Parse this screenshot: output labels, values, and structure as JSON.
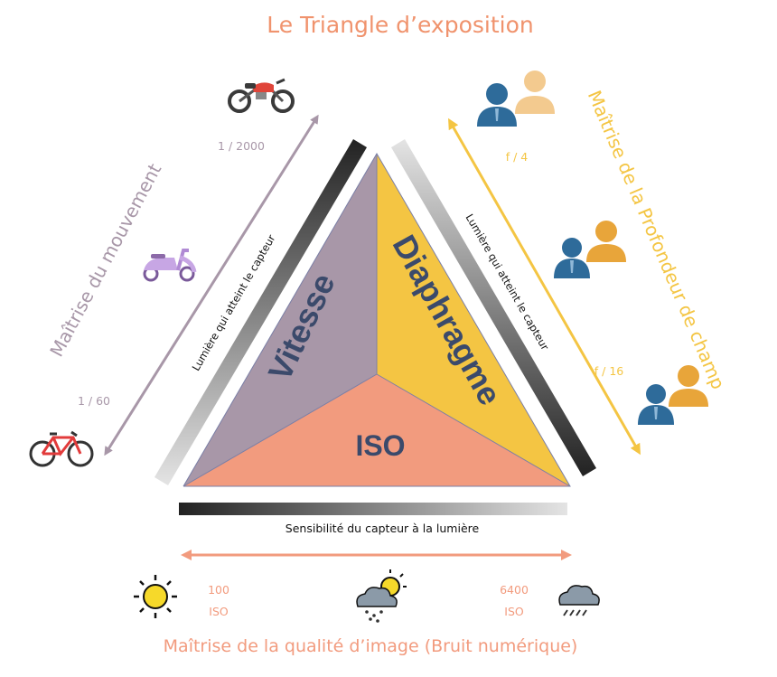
{
  "title": "Le Triangle d’exposition",
  "sections": {
    "vitesse": "Vitesse",
    "diaphragme": "Diaphragme",
    "iso": "ISO"
  },
  "left_axis": {
    "label": "Maîtrise du mouvement",
    "top_value": "1 / 2000",
    "bottom_value": "1 / 60",
    "gradient_label": "Lumière qui atteint le capteur"
  },
  "right_axis": {
    "label": "Maîtrise de la Profondeur de champ",
    "top_value": "f / 4",
    "bottom_value": "f / 16",
    "gradient_label": "Lumière qui atteint le capteur"
  },
  "bottom_axis": {
    "gradient_label": "Sensibilité du capteur à la lumière",
    "left_value_number": "100",
    "left_value_unit": "ISO",
    "right_value_number": "6400",
    "right_value_unit": "ISO",
    "label": "Maîtrise de la qualité d’image (Bruit numérique)"
  },
  "icons": [
    "motorcycle-icon",
    "scooter-icon",
    "bicycle-icon",
    "person-pair-icon",
    "sun-icon",
    "sun-cloud-rain-icon",
    "storm-cloud-icon"
  ],
  "colors": {
    "title": "#f0936d",
    "vitesse": "#a897a8",
    "diaphragme": "#f4c543",
    "iso": "#f29b7e",
    "left_axis": "#a897a8",
    "right_axis": "#f4c543",
    "bottom_axis": "#f29b7e",
    "section_text": "#3b4a6b",
    "person_dark": "#2e6b9a",
    "person_light": "#e8a53a"
  }
}
